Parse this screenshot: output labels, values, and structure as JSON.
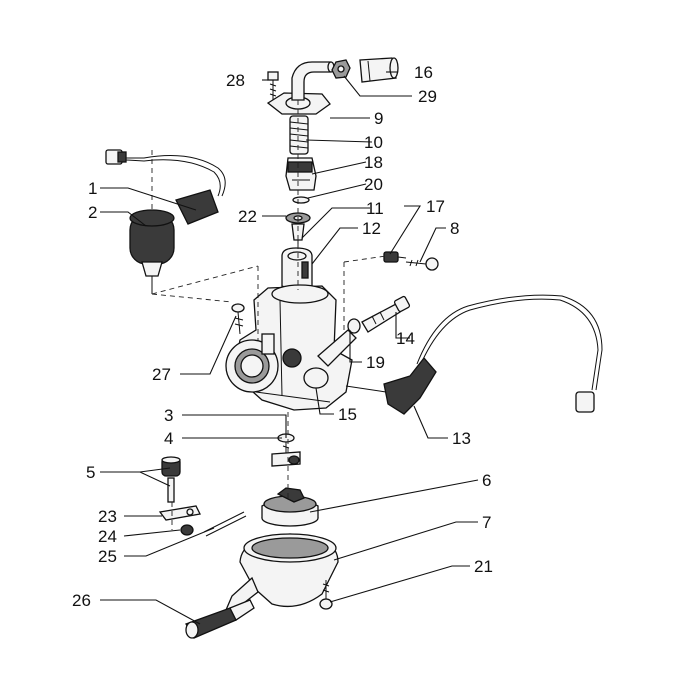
{
  "callouts": [
    {
      "id": "1",
      "label": "1"
    },
    {
      "id": "2",
      "label": "2"
    },
    {
      "id": "3",
      "label": "3"
    },
    {
      "id": "4",
      "label": "4"
    },
    {
      "id": "5",
      "label": "5"
    },
    {
      "id": "6",
      "label": "6"
    },
    {
      "id": "7",
      "label": "7"
    },
    {
      "id": "8",
      "label": "8"
    },
    {
      "id": "9",
      "label": "9"
    },
    {
      "id": "10",
      "label": "10"
    },
    {
      "id": "11",
      "label": "11"
    },
    {
      "id": "12",
      "label": "12"
    },
    {
      "id": "13",
      "label": "13"
    },
    {
      "id": "14",
      "label": "14"
    },
    {
      "id": "15",
      "label": "15"
    },
    {
      "id": "16",
      "label": "16"
    },
    {
      "id": "17",
      "label": "17"
    },
    {
      "id": "18",
      "label": "18"
    },
    {
      "id": "19",
      "label": "19"
    },
    {
      "id": "20",
      "label": "20"
    },
    {
      "id": "21",
      "label": "21"
    },
    {
      "id": "22",
      "label": "22"
    },
    {
      "id": "23",
      "label": "23"
    },
    {
      "id": "24",
      "label": "24"
    },
    {
      "id": "25",
      "label": "25"
    },
    {
      "id": "26",
      "label": "26"
    },
    {
      "id": "27",
      "label": "27"
    },
    {
      "id": "28",
      "label": "28"
    },
    {
      "id": "29",
      "label": "29"
    }
  ]
}
